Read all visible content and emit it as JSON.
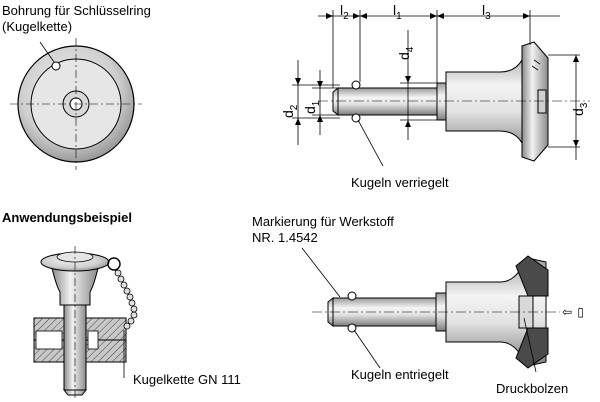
{
  "labels": {
    "bore_line1": "Bohrung für Schlüsselring",
    "bore_line2": "(Kugelkette)",
    "example": "Anwendungsbeispiel",
    "marking_line1": "Markierung für Werkstoff",
    "marking_line2": "NR. 1.4542",
    "balls_locked": "Kugeln verriegelt",
    "balls_unlocked": "Kugeln entriegelt",
    "ball_chain": "Kugelkette GN 111",
    "push_button": "Druckbolzen"
  },
  "dims": {
    "l": "l",
    "d": "d",
    "l2": "2",
    "l1": "1",
    "l3": "3",
    "d2": "2",
    "d1": "1",
    "d3": "3",
    "d4": "4"
  },
  "press_arrow": "⇦ ▯"
}
